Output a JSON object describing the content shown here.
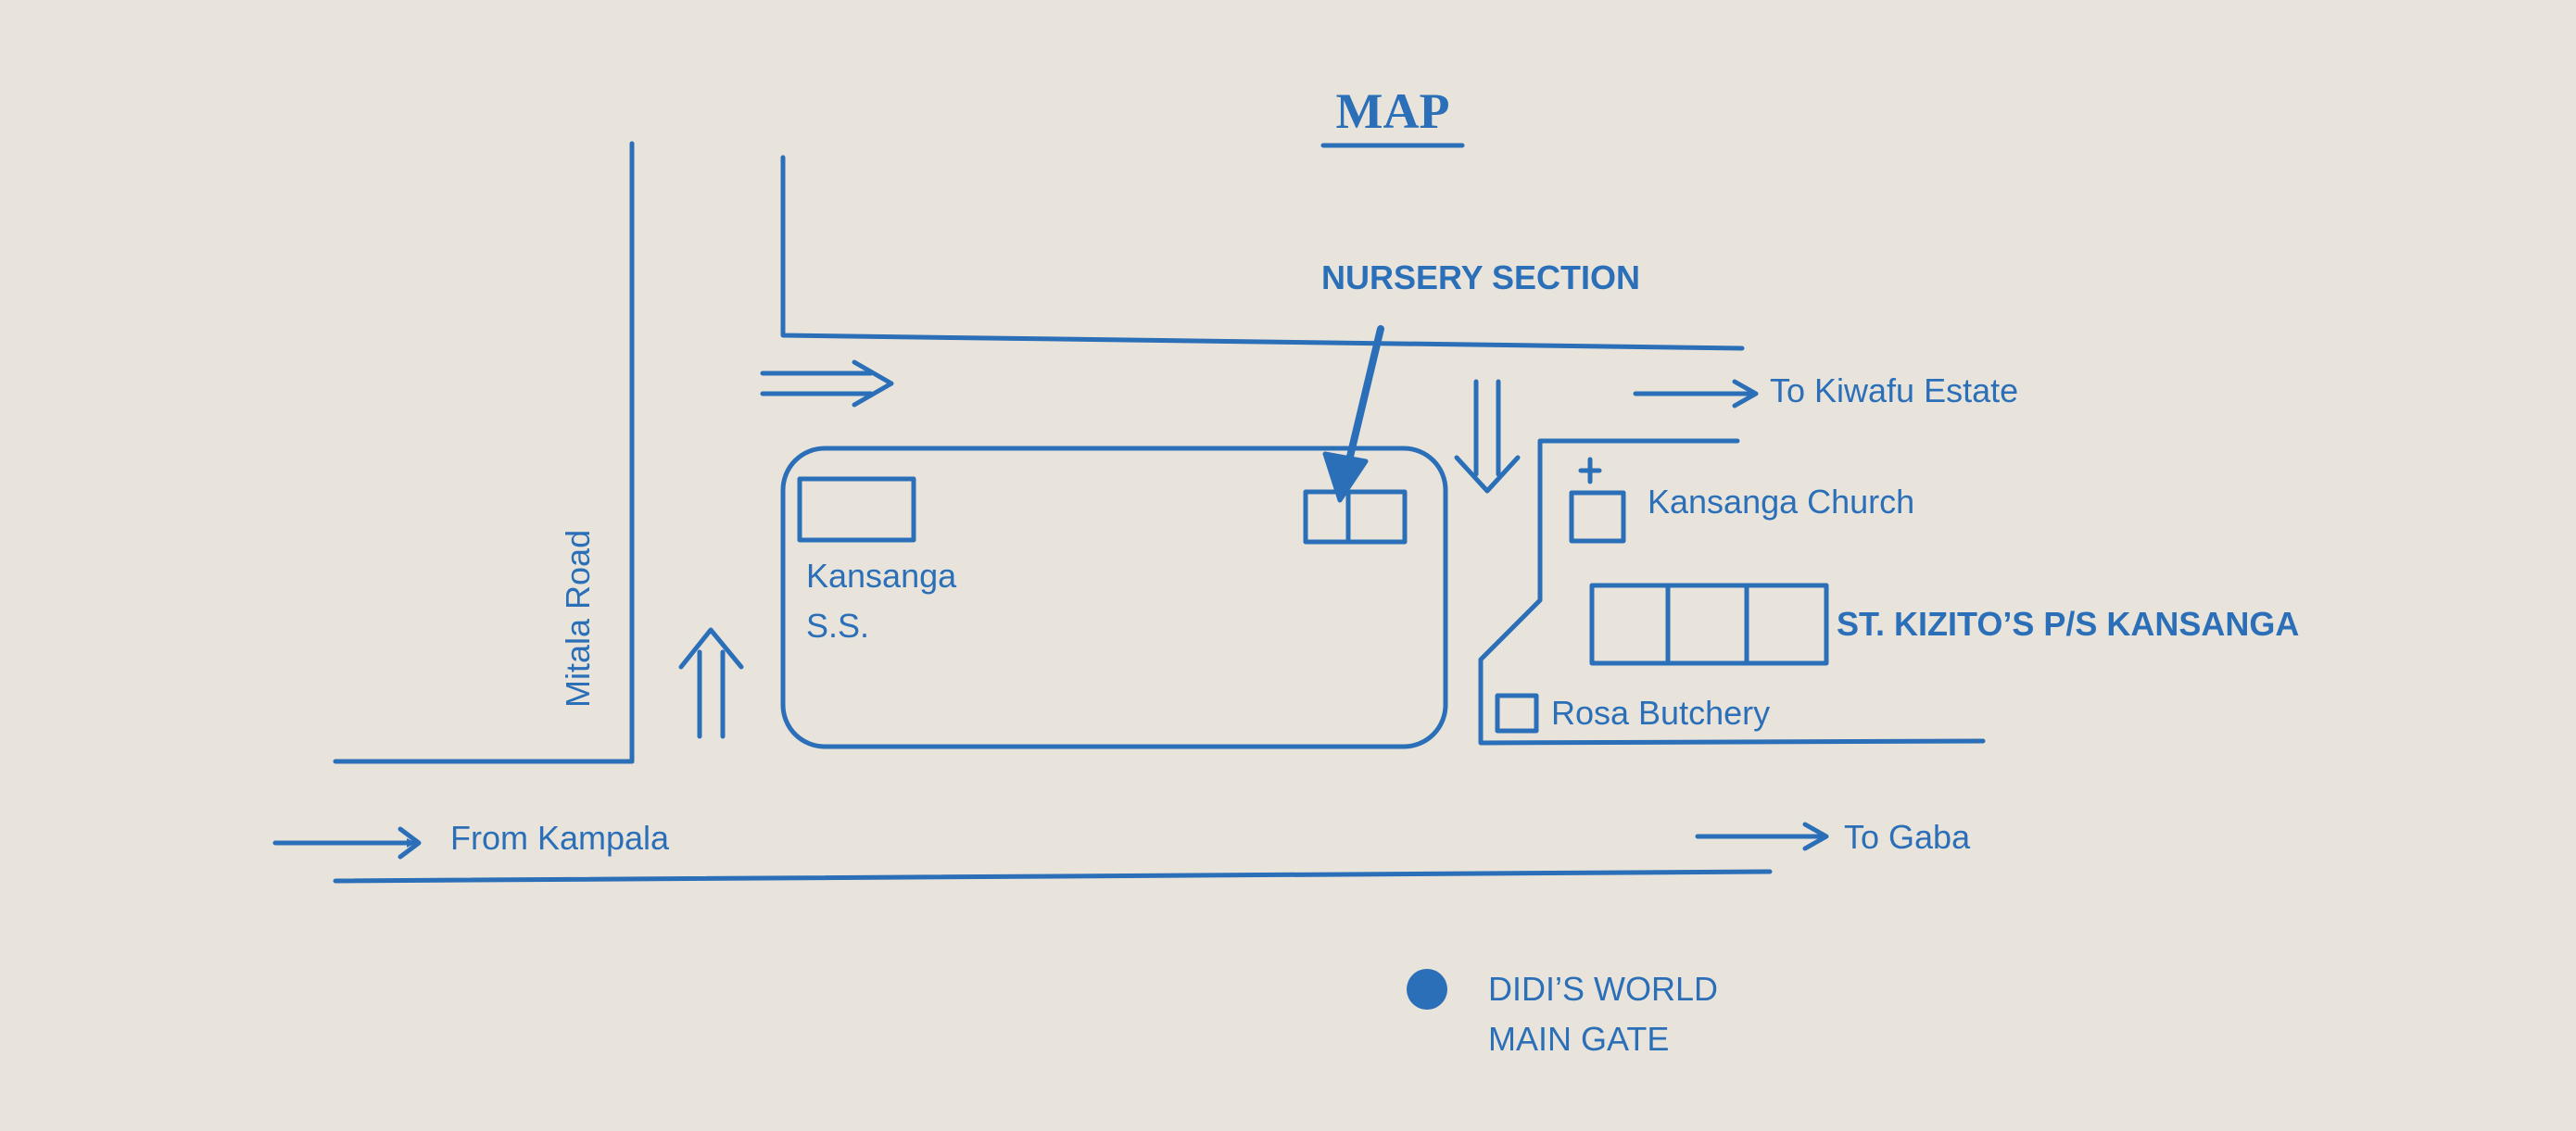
{
  "title": "MAP",
  "colors": {
    "paper": "#e9e4db",
    "ink": "#2a6fb8"
  },
  "labels": {
    "nursery_section": "NURSERY SECTION",
    "to_kiwafu_estate": "To Kiwafu Estate",
    "kansanga_church": "Kansanga Church",
    "kansanga_ss_line1": "Kansanga",
    "kansanga_ss_line2": "S.S.",
    "st_kizitos": "ST. KIZITO’S P/S KANSANGA",
    "rosa_butchery": "Rosa Butchery",
    "mitala_road": "Mitala Road",
    "from_kampala": "From Kampala",
    "to_gaba": "To Gaba",
    "main_gate_line1": "DIDI’S WORLD",
    "main_gate_line2": "MAIN GATE"
  },
  "icons": {
    "church_symbol": "cross-icon",
    "main_gate_marker": "filled-circle-marker"
  }
}
